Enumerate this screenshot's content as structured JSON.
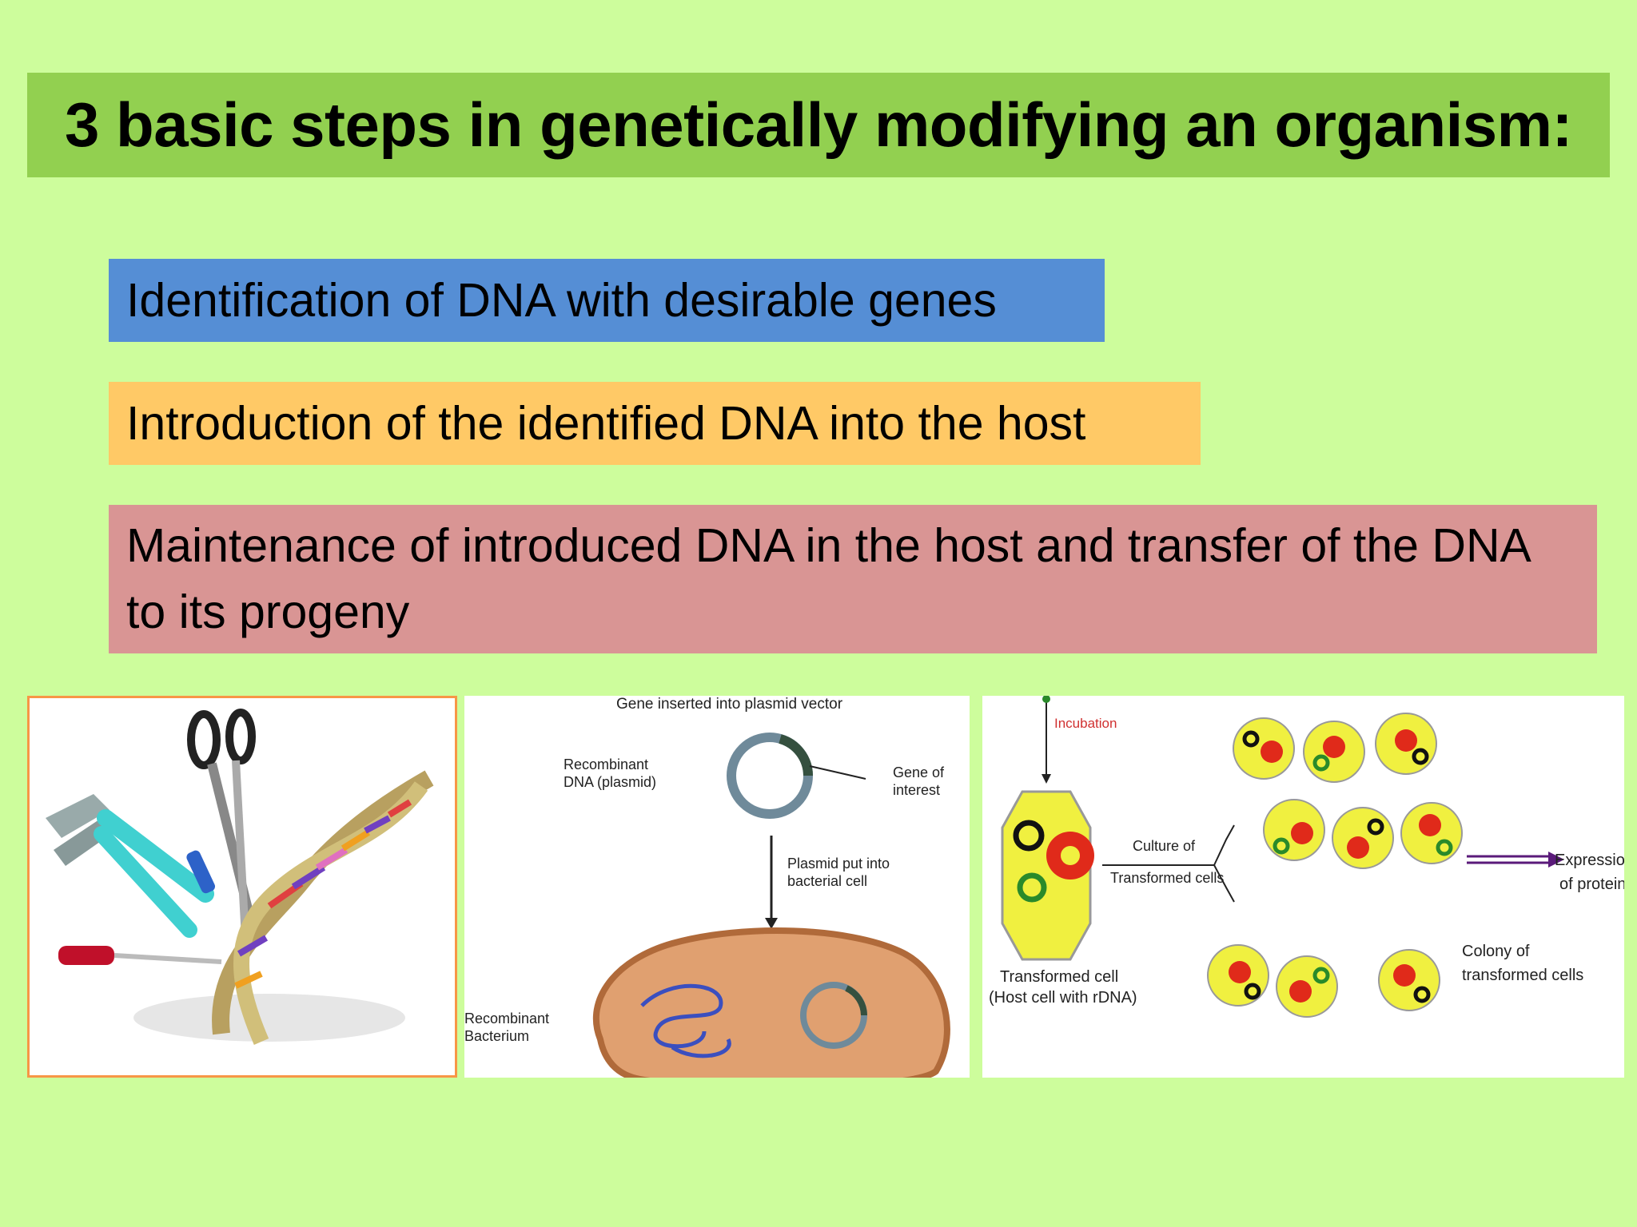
{
  "title": "3 basic steps in genetically modifying an organism:",
  "steps": [
    {
      "text": "Identification of DNA with desirable genes",
      "color": "#558ed5"
    },
    {
      "text": "Introduction of the identified DNA into the host",
      "color": "#ffc966"
    },
    {
      "text": "Maintenance of introduced DNA in the host and transfer of the DNA to its progeny",
      "color": "#d99594"
    }
  ],
  "plasmid_diagram": {
    "top_label": "Gene inserted into plasmid vector",
    "recombinant_dna_line1": "Recombinant",
    "recombinant_dna_line2": "DNA (plasmid)",
    "gene_line1": "Gene of",
    "gene_line2": "interest",
    "plasmid_put_line1": "Plasmid put into",
    "plasmid_put_line2": "bacterial cell",
    "bacterium_line1": "Recombinant",
    "bacterium_line2": "Bacterium"
  },
  "culture_diagram": {
    "incubation": "Incubation",
    "culture_line1": "Culture of",
    "culture_line2": "Transformed cells",
    "transformed_line1": "Transformed cell",
    "transformed_line2": "(Host cell with rDNA)",
    "colony_line1": "Colony of",
    "colony_line2": "transformed cells",
    "expression_line1": "Expression",
    "expression_line2": "of protein"
  },
  "colors": {
    "background": "#cdfd9c",
    "title_bar": "#92d050",
    "panel_border": "#f79646"
  }
}
